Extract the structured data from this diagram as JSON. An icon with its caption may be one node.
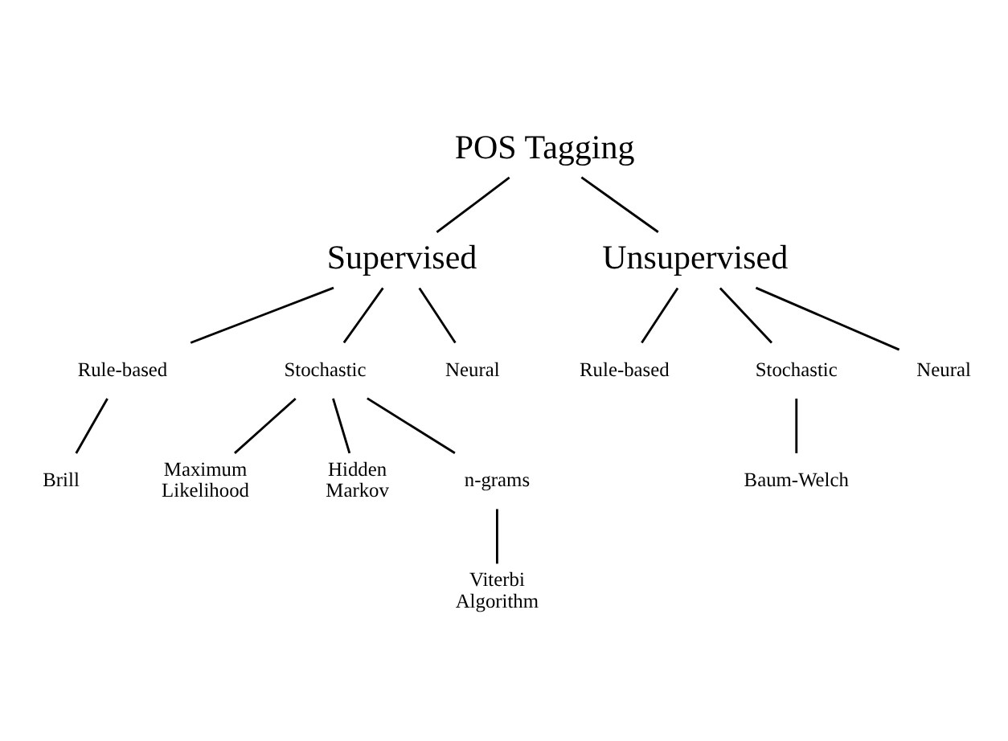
{
  "diagram": {
    "nodes": [
      {
        "text": [
          "POS Tagging"
        ]
      },
      {
        "text": [
          "Supervised"
        ]
      },
      {
        "text": [
          "Unsupervised"
        ]
      },
      {
        "text": [
          "Rule-based"
        ]
      },
      {
        "text": [
          "Stochastic"
        ]
      },
      {
        "text": [
          "Neural"
        ]
      },
      {
        "text": [
          "Brill"
        ]
      },
      {
        "text": [
          "Maximum Likelihood"
        ]
      },
      {
        "text": [
          "Hidden Markov"
        ]
      },
      {
        "text": [
          "n-grams"
        ]
      },
      {
        "text": [
          "Viterbi Algorithm"
        ]
      },
      {
        "text": [
          "Rule-based"
        ]
      },
      {
        "text": [
          "Stochastic"
        ]
      },
      {
        "text": [
          "Neural"
        ]
      },
      {
        "text": [
          "Baum-Welch"
        ]
      }
    ],
    "edges": [
      {
        "from": 0,
        "to": 1,
        "arrow": "none"
      },
      {
        "from": 0,
        "to": 2,
        "arrow": "none"
      },
      {
        "from": 1,
        "to": 3,
        "arrow": "none"
      },
      {
        "from": 1,
        "to": 4,
        "arrow": "none"
      },
      {
        "from": 1,
        "to": 5,
        "arrow": "none"
      },
      {
        "from": 3,
        "to": 6,
        "arrow": "none"
      },
      {
        "from": 4,
        "to": 7,
        "arrow": "none"
      },
      {
        "from": 4,
        "to": 8,
        "arrow": "none"
      },
      {
        "from": 4,
        "to": 9,
        "arrow": "none"
      },
      {
        "from": 9,
        "to": 10,
        "arrow": "none"
      },
      {
        "from": 2,
        "to": 11,
        "arrow": "none"
      },
      {
        "from": 2,
        "to": 12,
        "arrow": "none"
      },
      {
        "from": 2,
        "to": 13,
        "arrow": "none"
      },
      {
        "from": 12,
        "to": 14,
        "arrow": "none"
      }
    ]
  }
}
